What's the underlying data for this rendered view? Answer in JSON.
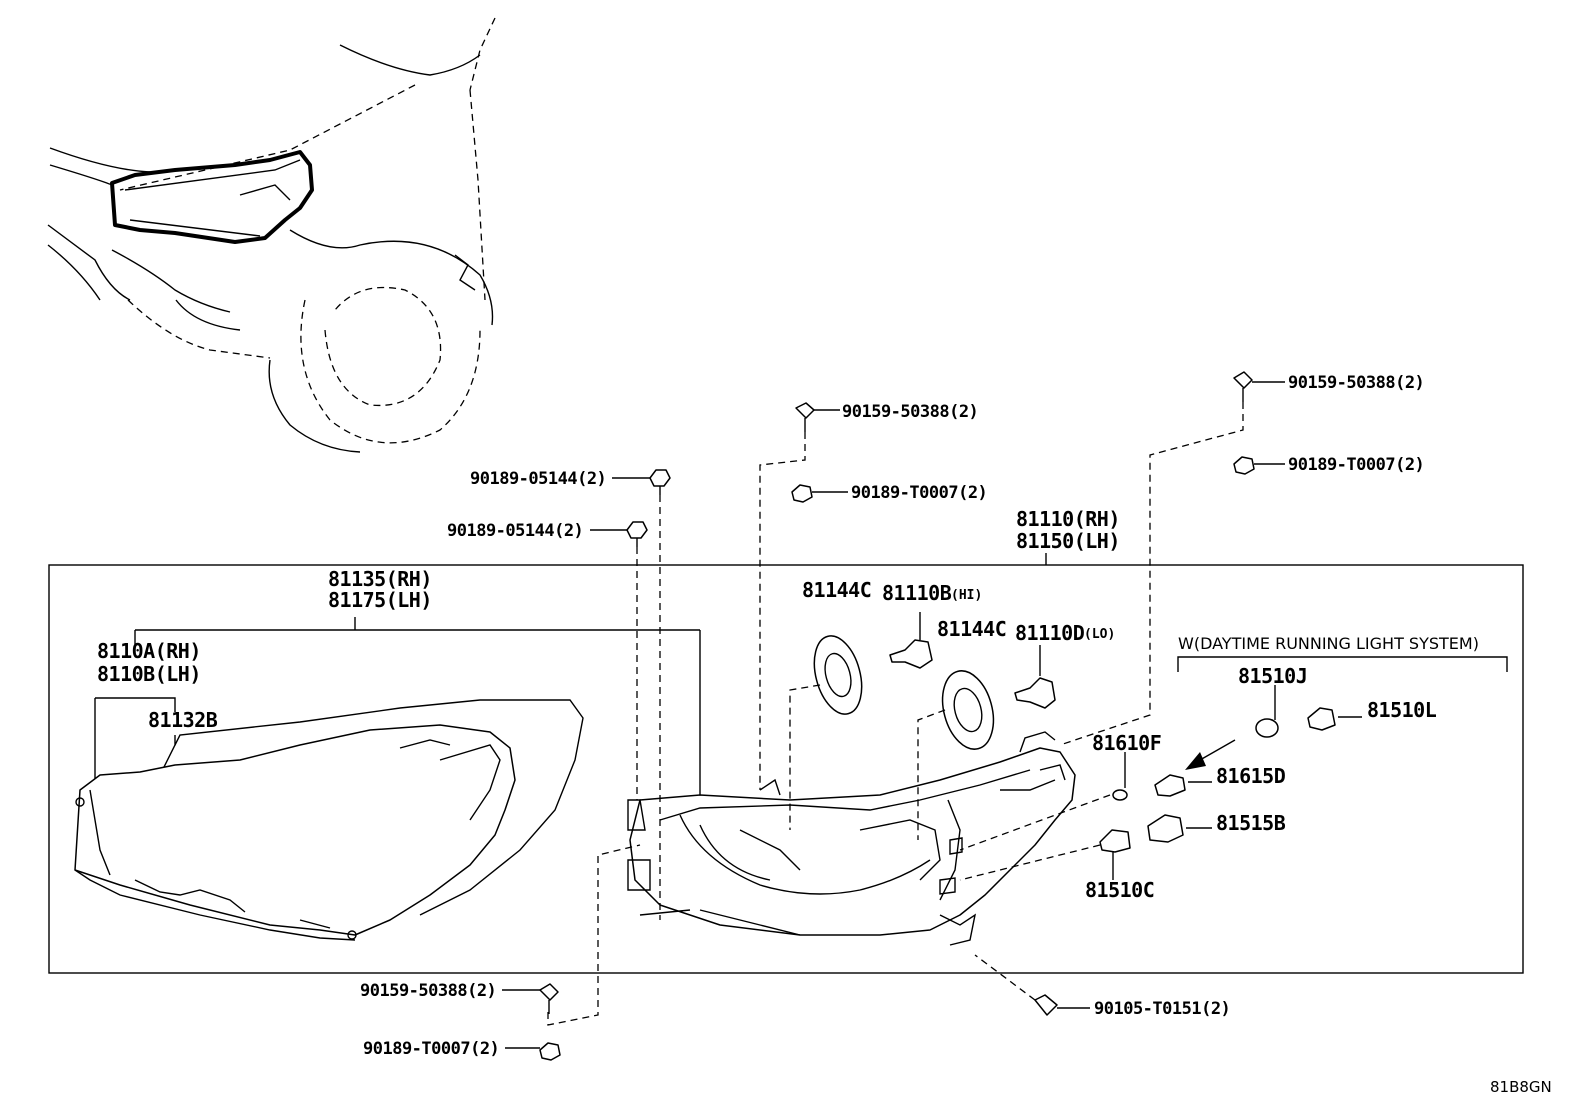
{
  "labels": {
    "bolt_top_mid": "90159-50388(2)",
    "nut_top_mid": "90189-T0007(2)",
    "bolt_top_right": "90159-50388(2)",
    "nut_top_right": "90189-T0007(2)",
    "clip_1": "90189-05144(2)",
    "clip_2": "90189-05144(2)",
    "assy_rh": "81110(RH)",
    "assy_lh": "81150(LH)",
    "housing_rh": "81135(RH)",
    "housing_lh": "81175(LH)",
    "lens_rh": "8110A(RH)",
    "lens_lh": "8110B(LH)",
    "gasket": "81132B",
    "cover_1": "81144C",
    "bulb_hi": "81110B",
    "bulb_hi_suffix": "(HI)",
    "cover_2": "81144C",
    "bulb_lo": "81110D",
    "bulb_lo_suffix": "(LO)",
    "drl_header": "W(DAYTIME RUNNING LIGHT SYSTEM)",
    "drl_bulb": "81510J",
    "drl_socket": "81510L",
    "side_bulb": "81610F",
    "side_socket": "81615D",
    "turn_socket": "81515B",
    "turn_bulb": "81510C",
    "bolt_bottom": "90159-50388(2)",
    "nut_bottom": "90189-T0007(2)",
    "screw_bottom": "90105-T0151(2)",
    "drawing_code": "81B8GN"
  }
}
